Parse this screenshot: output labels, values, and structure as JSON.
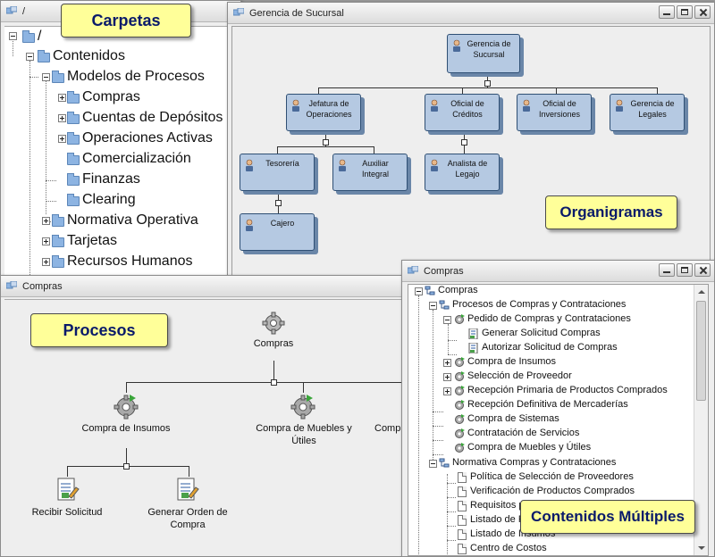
{
  "windows": {
    "carpetas": {
      "title": "/"
    },
    "organigrama": {
      "title": "Gerencia de Sucursal"
    },
    "procesos": {
      "title": "Compras"
    },
    "contenidos": {
      "title": "Compras"
    }
  },
  "callouts": {
    "carpetas": "Carpetas",
    "organigramas": "Organigramas",
    "procesos": "Procesos",
    "contenidos": "Contenidos Múltiples"
  },
  "folder_tree": [
    {
      "label": "/"
    },
    {
      "label": "Contenidos"
    },
    {
      "label": "Modelos de Procesos"
    },
    {
      "label": "Compras"
    },
    {
      "label": "Cuentas de Depósitos"
    },
    {
      "label": "Operaciones Activas"
    },
    {
      "label": "Comercialización"
    },
    {
      "label": "Finanzas"
    },
    {
      "label": "Clearing"
    },
    {
      "label": "Normativa Operativa"
    },
    {
      "label": "Tarjetas"
    },
    {
      "label": "Recursos Humanos"
    }
  ],
  "org_nodes": [
    {
      "label": "Gerencia de Sucursal"
    },
    {
      "label": "Jefatura de Operaciones"
    },
    {
      "label": "Oficial de Créditos"
    },
    {
      "label": "Oficial de Inversiones"
    },
    {
      "label": "Gerencia de Legales"
    },
    {
      "label": "Tesorería"
    },
    {
      "label": "Auxiliar Integral"
    },
    {
      "label": "Analista de Legajo"
    },
    {
      "label": "Cajero"
    }
  ],
  "process_nodes": [
    {
      "label": "Compras"
    },
    {
      "label": "Compra de Insumos"
    },
    {
      "label": "Compra de Muebles y Útiles"
    },
    {
      "label": "Comp"
    },
    {
      "label": "Recibir Solicitud"
    },
    {
      "label": "Generar Orden de Compra"
    }
  ],
  "content_tree": [
    {
      "label": "Compras"
    },
    {
      "label": "Procesos de Compras y Contrataciones"
    },
    {
      "label": "Pedido de Compras y Contrataciones"
    },
    {
      "label": "Generar Solicitud Compras"
    },
    {
      "label": "Autorizar Solicitud de Compras"
    },
    {
      "label": "Compra de Insumos"
    },
    {
      "label": "Selección de Proveedor"
    },
    {
      "label": "Recepción Primaria de Productos Comprados"
    },
    {
      "label": "Recepción Definitiva de Mercaderías"
    },
    {
      "label": "Compra de Sistemas"
    },
    {
      "label": "Contratación de Servicios"
    },
    {
      "label": "Compra de Muebles y Útiles"
    },
    {
      "label": "Normativa Compras y Contrataciones"
    },
    {
      "label": "Política de Selección de Proveedores"
    },
    {
      "label": "Verificación de Productos Comprados"
    },
    {
      "label": "Requisitos p"
    },
    {
      "label": "Listado de P"
    },
    {
      "label": "Listado de Insumos"
    },
    {
      "label": "Centro de Costos"
    }
  ]
}
